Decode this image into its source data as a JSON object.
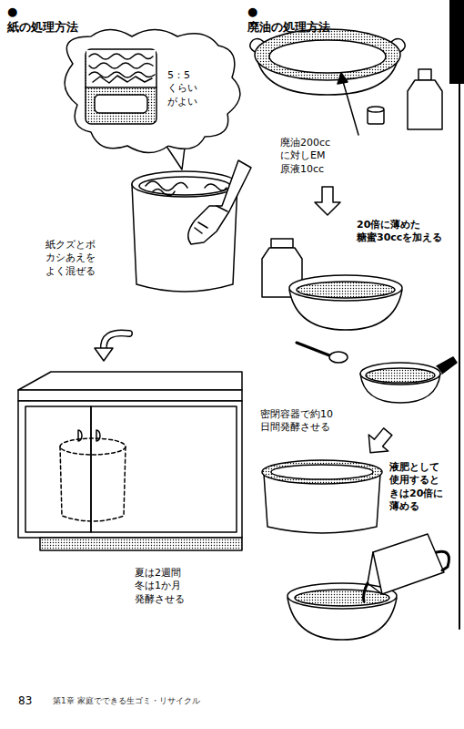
{
  "diagram": {
    "labels": [
      "●紙の処理方法",
      "●廃油の処理方法",
      "5：5 くらい がよい",
      "紙クズとボ カシあえを よく混ぜる",
      "夏は2週間 冬は1か月 発酵させる",
      "廃油200cc に対しEM 原液10cc",
      "20倍に薄めた 糖蜜30ccを加える",
      "密閉容器で約10 日間発酵させる",
      "液肥として 使用すると きは20倍に 薄める",
      "83",
      "第1章 家庭でできる生ゴミ・リサイクル"
    ]
  }
}
